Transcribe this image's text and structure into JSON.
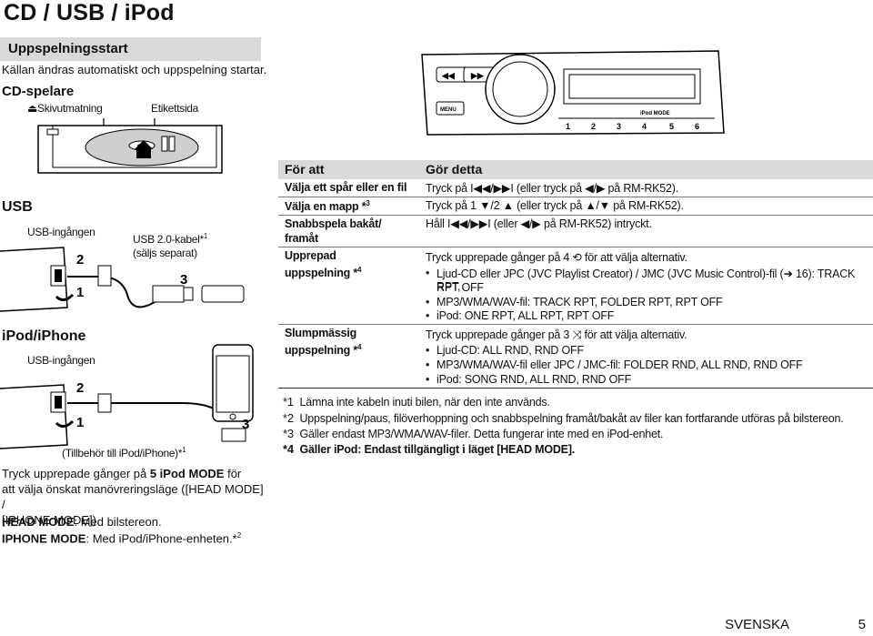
{
  "page_title": "CD / USB / iPod",
  "playback_start": {
    "heading": "Uppspelningsstart",
    "intro": "Källan ändras automatiskt och uppspelning startar.",
    "cd_heading": "CD-spelare",
    "eject_label": "Skivutmatning",
    "label_side": "Etikettsida"
  },
  "usb": {
    "heading": "USB",
    "input_label": "USB-ingången",
    "cable_label": "USB 2.0-kabel*",
    "cable_note": "1",
    "cable_sold": "(säljs separat)",
    "num1": "1",
    "num2": "2",
    "num3": "3"
  },
  "ipod": {
    "heading": "iPod/iPhone",
    "input_label": "USB-ingången",
    "accessory_label": "(Tillbehör till iPod/iPhone)*",
    "accessory_note": "1",
    "num1": "1",
    "num2": "2",
    "num3": "3",
    "instr_1": "Tryck upprepade gånger på ",
    "instr_key": "5 iPod MODE",
    "instr_2": " för",
    "instr_line2": "att välja önskat manövreringsläge ([HEAD MODE] /",
    "instr_line3": "[IPHONE MODE]).",
    "head_mode_label": "HEAD MODE",
    "head_mode_desc": ": Med bilstereon.",
    "iphone_mode_label": "IPHONE MODE",
    "iphone_mode_desc": ": Med iPod/iPhone-enheten.*",
    "iphone_mode_note": "2"
  },
  "device_labels": {
    "menu": "MENU",
    "ipod_mode": "iPod MODE",
    "presets": [
      "1",
      "2",
      "3",
      "4",
      "5",
      "6"
    ]
  },
  "table": {
    "col1": "För att",
    "col2": "Gör detta",
    "rows": {
      "skip_track_label": "Välja ett spår eller en fil",
      "skip_track_action": "Tryck på I◀◀/▶▶I (eller tryck på ◀/▶ på RM-RK52).",
      "folder_label": "Välja en mapp *",
      "folder_note": "3",
      "folder_action": "Tryck på 1 ▼/2 ▲ (eller tryck på ▲/▼ på RM-RK52).",
      "ffrew_label1": "Snabbspela bakåt/",
      "ffrew_label2": "framåt",
      "ffrew_action": "Håll I◀◀/▶▶I (eller ◀/▶ på RM-RK52) intryckt.",
      "repeat_label1": "Upprepad",
      "repeat_label2": "uppspelning *",
      "repeat_note": "4",
      "repeat_action": "Tryck upprepade gånger på 4 ⟲ för att välja alternativ.",
      "repeat_b1_l1": "Ljud-CD eller JPC (JVC Playlist Creator) / JMC (JVC Music Control)-fil (➜ 16): TRACK RPT,",
      "repeat_b1_l2": "RPT OFF",
      "repeat_b2": "MP3/WMA/WAV-fil: TRACK RPT, FOLDER RPT, RPT OFF",
      "repeat_b3": "iPod: ONE RPT, ALL RPT, RPT OFF",
      "random_label1": "Slumpmässig",
      "random_label2": "uppspelning *",
      "random_note": "4",
      "random_action": "Tryck upprepade gånger på 3 ⤨ för att välja alternativ.",
      "random_b1": "Ljud-CD: ALL RND, RND OFF",
      "random_b2": "MP3/WMA/WAV-fil eller JPC / JMC-fil: FOLDER RND, ALL RND, RND OFF",
      "random_b3": "iPod: SONG RND, ALL RND, RND OFF"
    }
  },
  "footnotes": [
    {
      "mark": "*1",
      "text": "Lämna inte kabeln inuti bilen, när den inte används."
    },
    {
      "mark": "*2",
      "text": "Uppspelning/paus, filöverhoppning och snabbspelning framåt/bakåt av filer kan fortfarande utföras på bilstereon."
    },
    {
      "mark": "*3",
      "text": "Gäller endast MP3/WMA/WAV-filer. Detta fungerar inte med en iPod-enhet."
    },
    {
      "mark": "*4",
      "text": "Gäller iPod: Endast tillgängligt i läget [HEAD MODE]."
    }
  ],
  "footer": {
    "language": "SVENSKA",
    "page": "5"
  }
}
